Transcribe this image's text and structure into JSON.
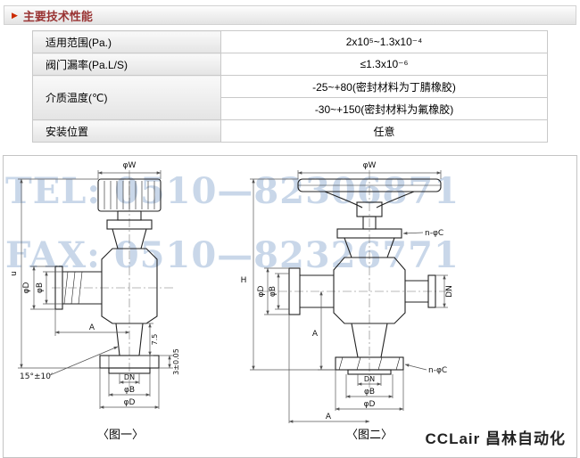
{
  "header": {
    "marker": "▶",
    "title": "主要技术性能"
  },
  "spec_table": {
    "rows": [
      {
        "label": "适用范围(Pa.)",
        "values": [
          "2x10⁵~1.3x10⁻⁴"
        ]
      },
      {
        "label": "阀门漏率(Pa.L/S)",
        "values": [
          "≤1.3x10⁻⁶"
        ]
      },
      {
        "label": "介质温度(℃)",
        "values": [
          "-25~+80(密封材料为丁腈橡胶)",
          "-30~+150(密封材料为氟橡胶)"
        ]
      },
      {
        "label": "安装位置",
        "values": [
          "任意"
        ]
      }
    ]
  },
  "watermark": {
    "line1": "TEL: 0510—82306871",
    "line2": "FAX: 0510—82326771"
  },
  "figures": {
    "fig1": {
      "caption": "〈图一〉",
      "labels": {
        "phiW": "φW",
        "height": "u",
        "phiD_side": "φD",
        "phiB_side": "φB",
        "A_side": "A",
        "angle": "15°±10′",
        "taper": "7.5",
        "tol": "3±0.05",
        "DN": "DN",
        "phiB_bottom": "φB",
        "phiD_bottom": "φD"
      }
    },
    "fig2": {
      "caption": "〈图二〉",
      "labels": {
        "phiW": "φW",
        "nphiC_top": "n-φC",
        "H": "H",
        "phiD_side": "φD",
        "phiB_side": "φB",
        "DN_right": "DN",
        "A_side": "A",
        "A_bottom": "A",
        "DN": "DN",
        "phiB_bottom": "φB",
        "phiD_bottom": "φD",
        "nphiC_bottom": "n-φC"
      }
    }
  },
  "footer": {
    "brand": "CCLair 昌林自动化"
  },
  "colors": {
    "accent_red": "#cc2a00",
    "title_red": "#993333",
    "watermark_blue": "#9db8d8"
  }
}
